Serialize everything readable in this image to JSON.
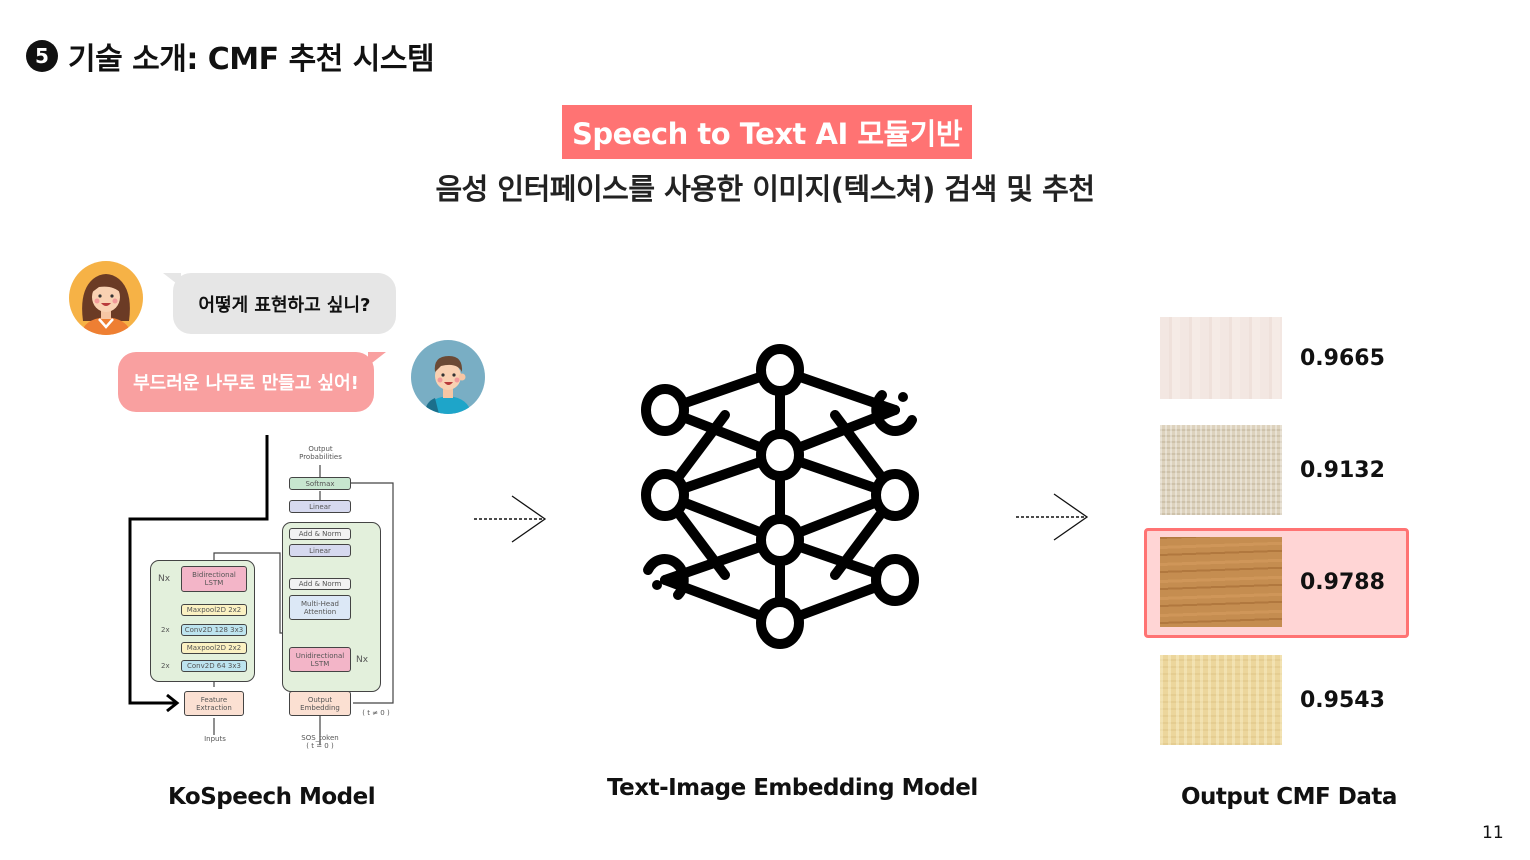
{
  "header": {
    "step_number": "5",
    "title": "기술 소개: CMF 추천 시스템"
  },
  "subtitle": {
    "highlight": "Speech to Text AI 모듈기반",
    "main": "음성 인터페이스를 사용한 이미지(텍스쳐) 검색 및 추천"
  },
  "chat": {
    "question": "어떻게 표현하고 싶니?",
    "answer": "부드러운 나무로 만들고 싶어!",
    "colors": {
      "question_bubble": "#e6e6e6",
      "answer_bubble": "#f9a0a0"
    }
  },
  "kospeech_diagram": {
    "encoder": {
      "repeat_label": "Nx",
      "blocks": [
        "Bidirectional LSTM",
        "Maxpool2D 2x2",
        "Conv2D 128 3x3",
        "Maxpool2D 2x2",
        "Conv2D 64 3x3"
      ],
      "conv_repeat_labels": [
        "2x",
        "2x"
      ],
      "feature_extraction": "Feature Extraction",
      "input_label": "Inputs"
    },
    "decoder": {
      "output_label": "Output Probabilities",
      "softmax": "Softmax",
      "linear_top": "Linear",
      "add_norm_1": "Add & Norm",
      "linear_inner": "Linear",
      "add_norm_2": "Add & Norm",
      "attention": "Multi-Head Attention",
      "lstm": "Unidirectional LSTM",
      "repeat_label": "Nx",
      "embedding": "Output Embedding",
      "feedback_label": "( t ≠ 0 )",
      "sos_label": "SOS_token",
      "sos_cond": "( t = 0 )"
    }
  },
  "results": {
    "items": [
      {
        "score": "0.9665",
        "texture": "light-pink-wood",
        "color": "#f1e5df",
        "highlighted": false
      },
      {
        "score": "0.9132",
        "texture": "beige-linen",
        "color": "#ddd2bd",
        "highlighted": false
      },
      {
        "score": "0.9788",
        "texture": "oak-wood",
        "color": "#c28a4c",
        "highlighted": true
      },
      {
        "score": "0.9543",
        "texture": "yellow-papyrus",
        "color": "#ecd69c",
        "highlighted": false
      }
    ],
    "highlight_color": "#ff7373"
  },
  "captions": {
    "kospeech": "KoSpeech Model",
    "embedding": "Text-Image Embedding Model",
    "output": "Output CMF Data"
  },
  "page_number": "11",
  "accent_color": "#ff7373"
}
